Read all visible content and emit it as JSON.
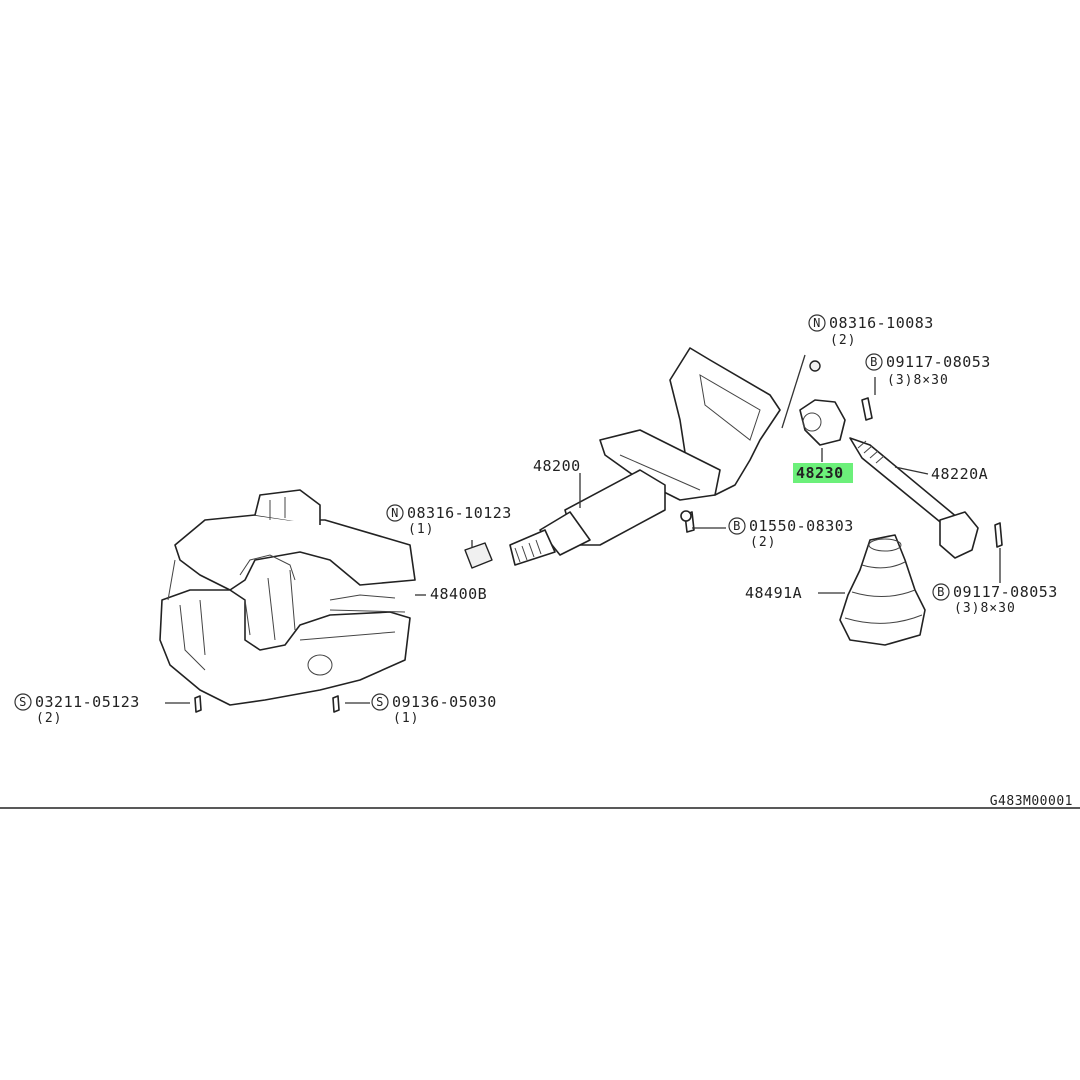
{
  "diagram": {
    "code": "G483M00001",
    "highlight_color": "#6cf07a",
    "callouts": [
      {
        "id": "c1",
        "prefix": "N",
        "part": "08316-10083",
        "qty": "(2)"
      },
      {
        "id": "c2",
        "prefix": "B",
        "part": "09117-08053",
        "qty": "(3)8×30"
      },
      {
        "id": "c3",
        "prefix": "N",
        "part": "08316-10123",
        "qty": "(1)"
      },
      {
        "id": "c4",
        "prefix": "B",
        "part": "01550-08303",
        "qty": "(2)"
      },
      {
        "id": "c5",
        "prefix": "B",
        "part": "09117-08053",
        "qty": "(3)8×30"
      },
      {
        "id": "c6",
        "prefix": "S",
        "part": "03211-05123",
        "qty": "(2)"
      },
      {
        "id": "c7",
        "prefix": "S",
        "part": "09136-05030",
        "qty": "(1)"
      }
    ],
    "parts": [
      {
        "id": "p48200",
        "label": "48200"
      },
      {
        "id": "p48230",
        "label": "48230",
        "highlighted": true
      },
      {
        "id": "p48220A",
        "label": "48220A"
      },
      {
        "id": "p48400B",
        "label": "48400B"
      },
      {
        "id": "p48491A",
        "label": "48491A"
      }
    ]
  }
}
